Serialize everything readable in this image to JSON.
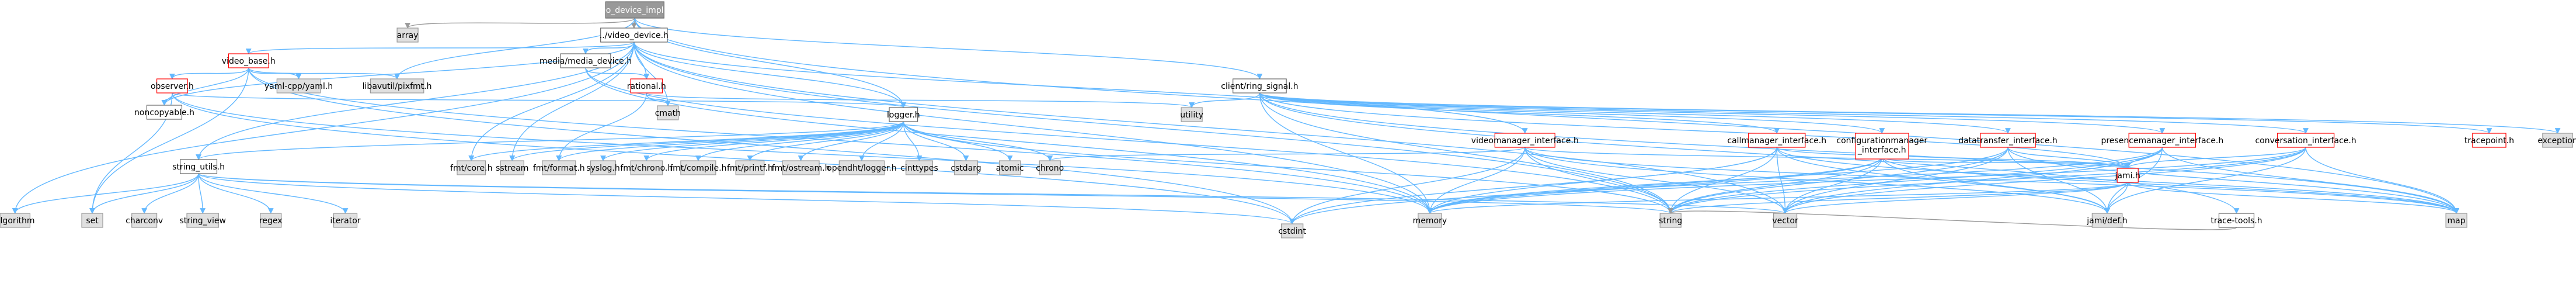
{
  "colors": {
    "root_fill": "#999999",
    "root_text": "#ffffff",
    "internal_border": "#666666",
    "internal_fill": "#ffffff",
    "red_border": "#ff0000",
    "red_text": "#000000",
    "external_fill": "#e0e0e0",
    "external_border": "#999999",
    "edge_blue": "#63b8ff",
    "edge_gray": "#9a9a9a"
  },
  "nodes": {
    "video_device_impl": {
      "label": "video_device_impl.cpp",
      "kind": "root"
    },
    "array": {
      "label": "array",
      "kind": "external"
    },
    "video_device_h": {
      "label": "../video_device.h",
      "kind": "internal"
    },
    "video_base": {
      "label": "video_base.h",
      "kind": "red"
    },
    "media_device": {
      "label": "media/media_device.h",
      "kind": "internal"
    },
    "rational": {
      "label": "rational.h",
      "kind": "red"
    },
    "observer": {
      "label": "observer.h",
      "kind": "red"
    },
    "yaml": {
      "label": "yaml-cpp/yaml.h",
      "kind": "external"
    },
    "libavutil": {
      "label": "libavutil/pixfmt.h",
      "kind": "external"
    },
    "noncopyable": {
      "label": "noncopyable.h",
      "kind": "internal"
    },
    "cmath": {
      "label": "cmath",
      "kind": "external"
    },
    "logger": {
      "label": "logger.h",
      "kind": "internal"
    },
    "string_utils": {
      "label": "string_utils.h",
      "kind": "internal"
    },
    "utility": {
      "label": "utility",
      "kind": "external"
    },
    "client_ring": {
      "label": "client/ring_signal.h",
      "kind": "internal"
    },
    "videomanager": {
      "label": "videomanager_interface.h",
      "kind": "red"
    },
    "callmanager": {
      "label": "callmanager_interface.h",
      "kind": "red"
    },
    "configmanager_1": {
      "label": "configurationmanager",
      "kind": "red"
    },
    "configmanager_2": {
      "label": "_interface.h",
      "kind": "red"
    },
    "datatransfer": {
      "label": "datatransfer_interface.h",
      "kind": "red"
    },
    "presencemanager": {
      "label": "presencemanager_interface.h",
      "kind": "red"
    },
    "conversation": {
      "label": "conversation_interface.h",
      "kind": "red"
    },
    "tracepoint": {
      "label": "tracepoint.h",
      "kind": "red"
    },
    "exception": {
      "label": "exception",
      "kind": "external"
    },
    "jami_h": {
      "label": "jami.h",
      "kind": "red"
    },
    "trace_tools": {
      "label": "trace-tools.h",
      "kind": "internal"
    },
    "jami_def": {
      "label": "jami/def.h",
      "kind": "external"
    },
    "map": {
      "label": "map",
      "kind": "external"
    },
    "vector": {
      "label": "vector",
      "kind": "external"
    },
    "string": {
      "label": "string",
      "kind": "external"
    },
    "memory": {
      "label": "memory",
      "kind": "external"
    },
    "cstdint": {
      "label": "cstdint",
      "kind": "external"
    },
    "algorithm": {
      "label": "algorithm",
      "kind": "external"
    },
    "set": {
      "label": "set",
      "kind": "external"
    },
    "charconv": {
      "label": "charconv",
      "kind": "external"
    },
    "string_view": {
      "label": "string_view",
      "kind": "external"
    },
    "regex": {
      "label": "regex",
      "kind": "external"
    },
    "iterator": {
      "label": "iterator",
      "kind": "external"
    },
    "fmt_core": {
      "label": "fmt/core.h",
      "kind": "external"
    },
    "sstream": {
      "label": "sstream",
      "kind": "external"
    },
    "fmt_format": {
      "label": "fmt/format.h",
      "kind": "external"
    },
    "syslog": {
      "label": "syslog.h",
      "kind": "external"
    },
    "fmt_chrono": {
      "label": "fmt/chrono.h",
      "kind": "external"
    },
    "fmt_compile": {
      "label": "fmt/compile.h",
      "kind": "external"
    },
    "fmt_printf": {
      "label": "fmt/printf.h",
      "kind": "external"
    },
    "fmt_ostream": {
      "label": "fmt/ostream.h",
      "kind": "external"
    },
    "opendht_logger": {
      "label": "opendht/logger.h",
      "kind": "external"
    },
    "cinttypes": {
      "label": "cinttypes",
      "kind": "external"
    },
    "cstdarg": {
      "label": "cstdarg",
      "kind": "external"
    },
    "atomic": {
      "label": "atomic",
      "kind": "external"
    },
    "chrono": {
      "label": "chrono",
      "kind": "external"
    }
  }
}
